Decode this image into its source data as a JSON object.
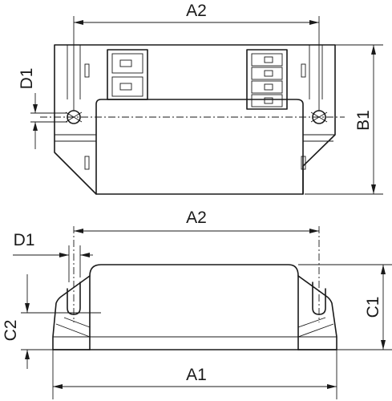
{
  "top_view": {
    "dim_a2": "A2",
    "dim_b1": "B1",
    "dim_d1": "D1"
  },
  "side_view": {
    "dim_a2": "A2",
    "dim_a1": "A1",
    "dim_c1": "C1",
    "dim_c2": "C2",
    "dim_d1": "D1"
  }
}
